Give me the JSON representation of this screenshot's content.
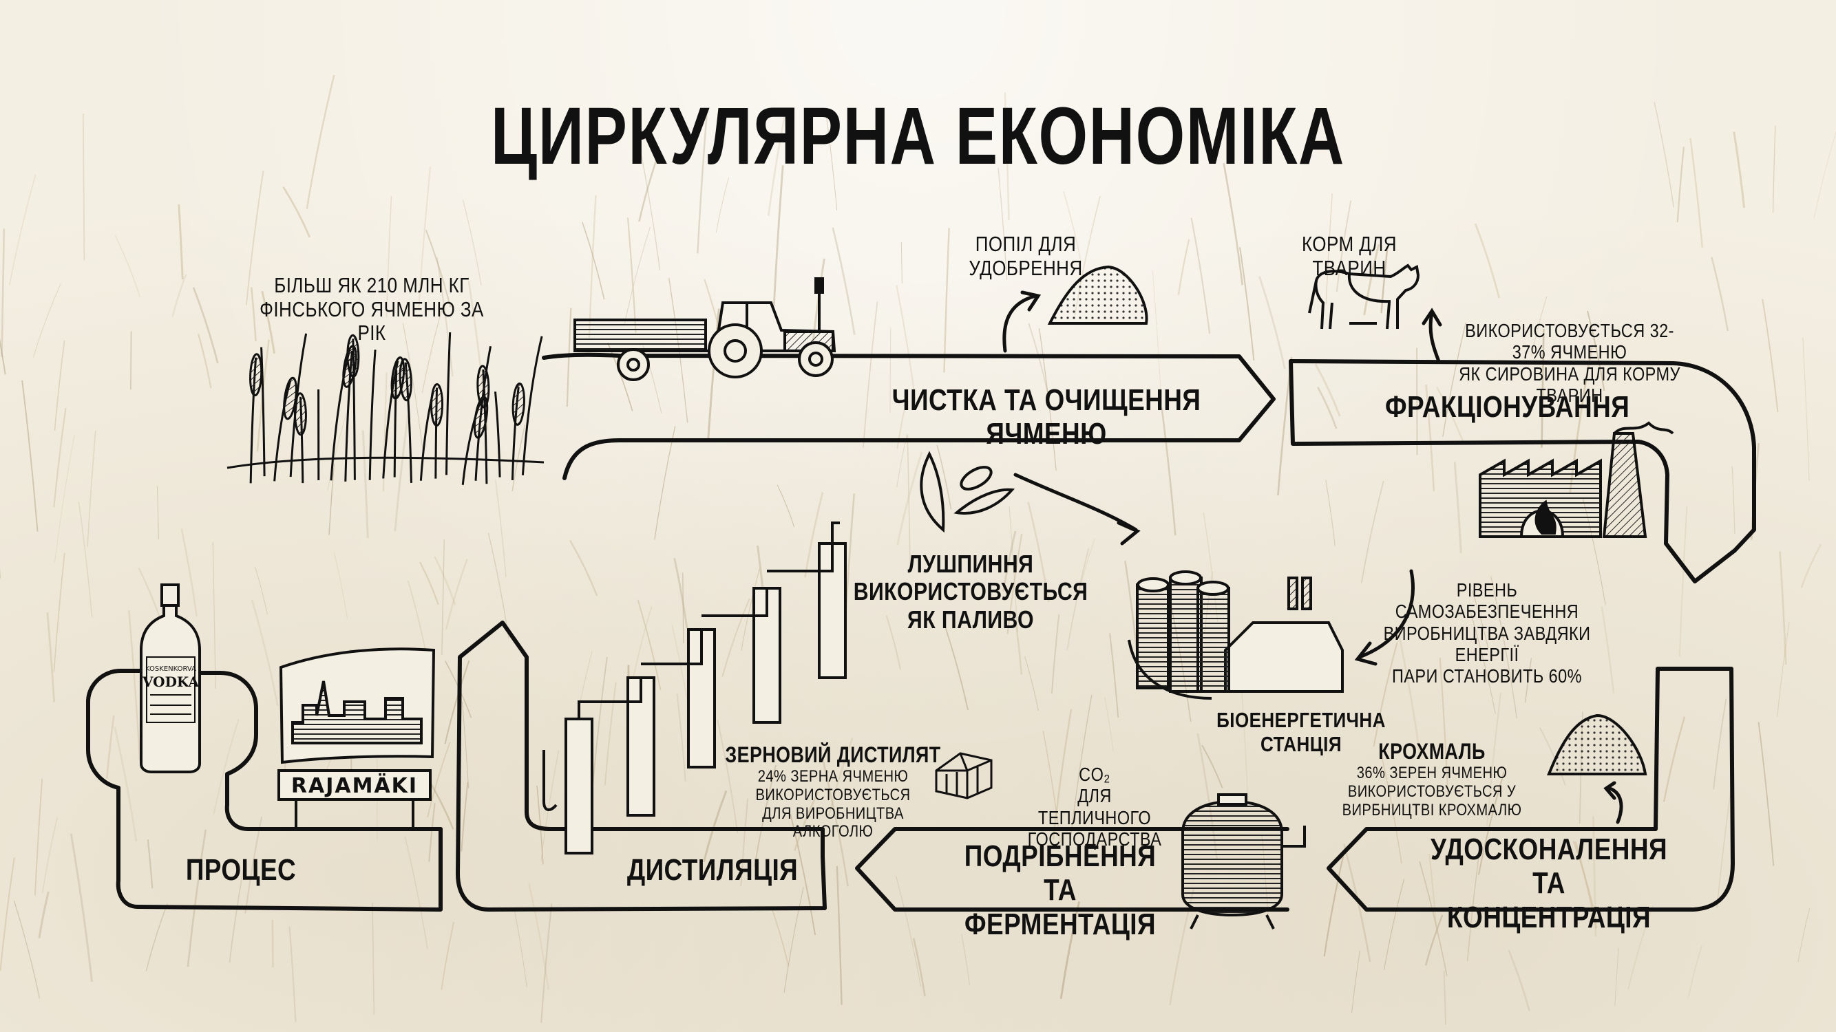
{
  "title": "ЦИРКУЛЯРНА ЕКОНОМІКА",
  "top_notes": {
    "barley_volume": [
      "БІЛЬШ ЯК 210 МЛН КГ",
      "ФІНСЬКОГО ЯЧМЕНЮ ЗА РІК"
    ],
    "ash": "ПОПІЛ ДЛЯ УДОБРЕННЯ",
    "feed": "КОРМ ДЛЯ ТВАРИН",
    "feed_share": [
      "ВИКОРИСТОВУЄТЬСЯ 32-37% ЯЧМЕНЮ",
      "ЯК СИРОВИНА ДЛЯ КОРМУ ТВАРИН"
    ]
  },
  "stages": {
    "cleaning": "ЧИСТКА ТА ОЧИЩЕННЯ ЯЧМЕНЮ",
    "fractionation": "ФРАКЦІОНУВАННЯ",
    "refining": [
      "УДОСКОНАЛЕННЯ",
      "ТА КОНЦЕНТРАЦІЯ"
    ],
    "milling": [
      "ПОДРІБНЕННЯ",
      "ТА ФЕРМЕНТАЦІЯ"
    ],
    "distillation": "ДИСТИЛЯЦІЯ",
    "process": "ПРОЦЕС"
  },
  "notes": {
    "husk": [
      "ЛУШПИННЯ",
      "ВИКОРИСТОВУЄТЬСЯ",
      "ЯК ПАЛИВО"
    ],
    "bioenergy": [
      "БІОЕНЕРГЕТИЧНА",
      "СТАНЦІЯ"
    ],
    "self_sufficiency": [
      "РІВЕНЬ САМОЗАБЕЗПЕЧЕННЯ",
      "ВИРОБНИЦТВА ЗАВДЯКИ ЕНЕРГІЇ",
      "ПАРИ СТАНОВИТЬ 60%"
    ],
    "starch_title": "КРОХМАЛЬ",
    "starch_text": [
      "36% ЗЕРЕН ЯЧМЕНЮ",
      "ВИКОРИСТОВУЄТЬСЯ У",
      "ВИРБНИЦТВІ КРОХМАЛЮ"
    ],
    "co2": [
      "CO₂",
      "ДЛЯ ТЕПЛИЧНОГО",
      "ГОСПОДАРСТВА"
    ],
    "distillate_title": "ЗЕРНОВИЙ ДИСТИЛЯТ",
    "distillate_text": [
      "24% ЗЕРНА ЯЧМЕНЮ",
      "ВИКОРИСТОВУЄТЬСЯ",
      "ДЛЯ ВИРОБНИЦТВА АЛКОГОЛЮ"
    ]
  },
  "sign_text": "RAJAMÄKI",
  "bottle_text": [
    "KOSKENKORVA",
    "VODKA"
  ]
}
